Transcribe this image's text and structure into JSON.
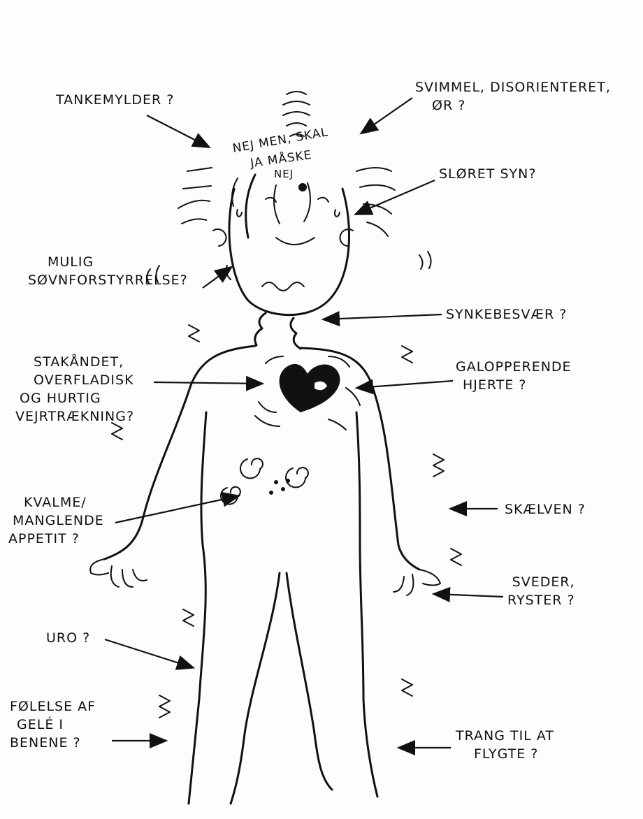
{
  "speech": {
    "line1": "NEJ MEN, SKAL",
    "line2": "JA MÅSKE",
    "line3": "NEJ"
  },
  "labels": {
    "tankemylder": "TANKEMYLDER ?",
    "svimmel": [
      "SVIMMEL, DISORIENTERET,",
      "ØR ?"
    ],
    "sloeret": "SLØRET SYN?",
    "soevn": [
      "MULIG",
      "SØVNFORSTYRRELSE?"
    ],
    "synke": "SYNKEBESVÆR ?",
    "stakaandet": [
      "STAKÅNDET,",
      "OVERFLADISK",
      "OG HURTIG",
      "VEJRTRÆKNING?"
    ],
    "galopperende": [
      "GALOPPERENDE",
      "HJERTE ?"
    ],
    "kvalme": [
      "KVALME/",
      "MANGLENDE",
      "APPETIT ?"
    ],
    "skaelven": "SKÆLVEN ?",
    "sveder": [
      "SVEDER,",
      "RYSTER ?"
    ],
    "uro": "URO ?",
    "foelelse": [
      "FØLELSE AF",
      "GELÉ I",
      "BENENE ?"
    ],
    "trang": [
      "TRANG TIL AT",
      "FLYGTE ?"
    ]
  }
}
